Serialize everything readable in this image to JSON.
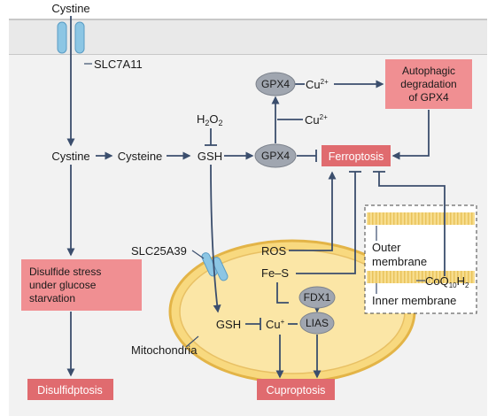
{
  "labels": {
    "cystine_top": "Cystine",
    "slc7a11": "SLC7A11",
    "cystine": "Cystine",
    "cysteine": "Cysteine",
    "gsh": "GSH",
    "h2o2_h": "H",
    "h2o2_sub": "2",
    "h2o2_o": "O",
    "h2o2_sub2": "2",
    "gpx4_top": "GPX4",
    "gpx4_mid": "GPX4",
    "cu2_top": "Cu",
    "cu2_top_sup": "2+",
    "cu2_mid": "Cu",
    "cu2_mid_sup": "2+",
    "ferroptosis": "Ferroptosis",
    "autophagic_1": "Autophagic",
    "autophagic_2": "degradation",
    "autophagic_3": "of GPX4",
    "disulfide_1": "Disulfide stress",
    "disulfide_2": "under glucose",
    "disulfide_3": "starvation",
    "disulfidptosis": "Disulfidptosis",
    "slc25a39": "SLC25A39",
    "mitochondria": "Mitochondria",
    "ros": "ROS",
    "fes": "Fe–S",
    "fdx1": "FDX1",
    "lias": "LIAS",
    "gsh_mito": "GSH",
    "cu_plus": "Cu",
    "cu_plus_sup": "+",
    "cuproptosis": "Cuproptosis",
    "outer_1": "Outer",
    "outer_2": "membrane",
    "inner": "Inner membrane",
    "coq_1": "CoQ",
    "coq_sub1": "10",
    "coq_2": "H",
    "coq_sub2": "2"
  },
  "colors": {
    "membrane": "#e6e6e6",
    "membrane_stroke": "#c9c9c9",
    "channel": "#8fc8e6",
    "arrow": "#3b4e6d",
    "red_box": "#e06b6f",
    "pink_box": "#f08f92",
    "ellipse": "#9da3ad",
    "mito_fill": "#f9dc82",
    "mito_stroke": "#e4b84c"
  }
}
